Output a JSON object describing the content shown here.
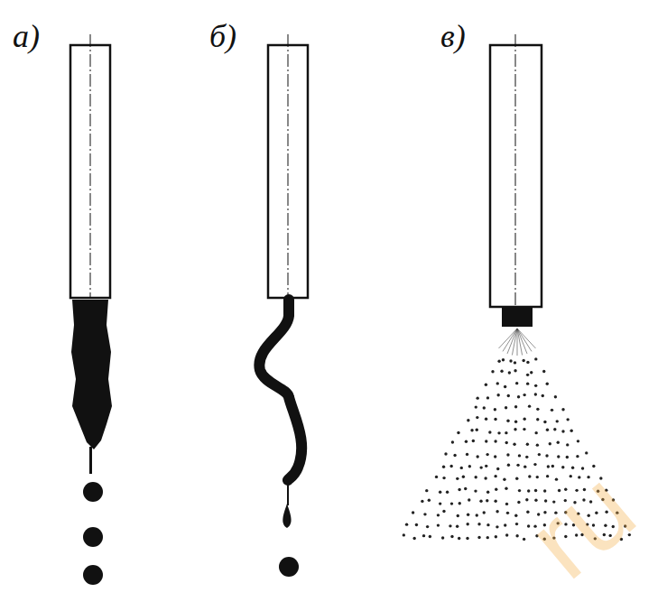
{
  "diagram": {
    "labels": [
      "а)",
      "б)",
      "в)",
      "ru"
    ]
  }
}
